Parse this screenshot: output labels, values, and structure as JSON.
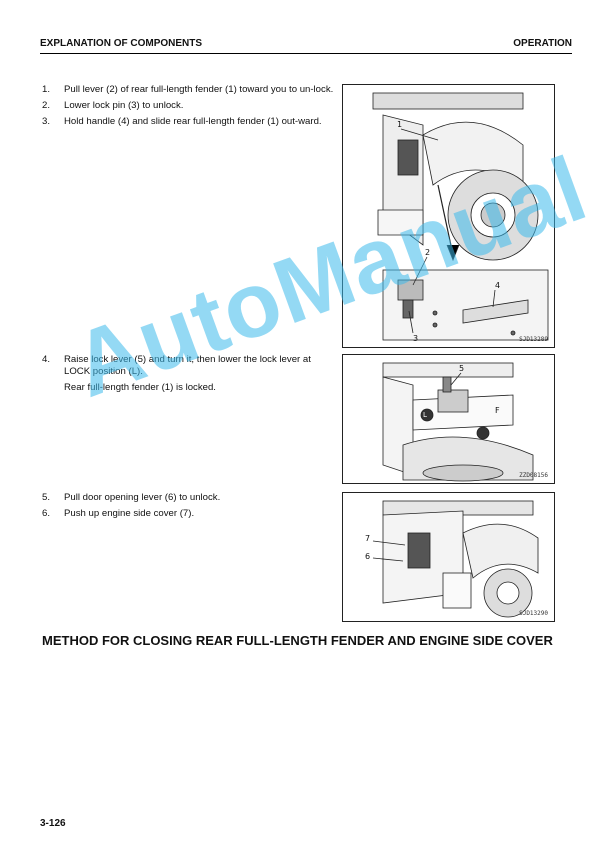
{
  "header": {
    "left": "EXPLANATION OF COMPONENTS",
    "right": "OPERATION"
  },
  "group1": {
    "steps": [
      {
        "num": "1.",
        "text": "Pull lever (2) of rear full-length fender (1) toward you to un-lock."
      },
      {
        "num": "2.",
        "text": "Lower lock pin (3) to unlock."
      },
      {
        "num": "3.",
        "text": "Hold handle (4) and slide rear full-length fender (1) out-ward."
      }
    ],
    "figure": {
      "code": "SJD13289",
      "callouts": [
        "1",
        "2",
        "3",
        "4"
      ]
    }
  },
  "group2": {
    "steps": [
      {
        "num": "4.",
        "text": "Raise lock lever (5) and turn it, then lower the lock lever at LOCK position (L)."
      }
    ],
    "note": "Rear full-length fender (1) is locked.",
    "figure": {
      "code": "ZZD08156",
      "callouts": [
        "5",
        "L",
        "F"
      ]
    }
  },
  "group3": {
    "steps": [
      {
        "num": "5.",
        "text": "Pull door opening lever (6) to unlock."
      },
      {
        "num": "6.",
        "text": "Push up engine side cover (7)."
      }
    ],
    "figure": {
      "code": "SJD13290",
      "callouts": [
        "7",
        "6"
      ]
    }
  },
  "section_title": "METHOD FOR CLOSING REAR FULL-LENGTH FENDER AND ENGINE SIDE COVER",
  "page_number": "3-126",
  "watermark": "AutoManual",
  "colors": {
    "watermark": "#3cb9eb",
    "text": "#111111",
    "rule": "#000000"
  }
}
